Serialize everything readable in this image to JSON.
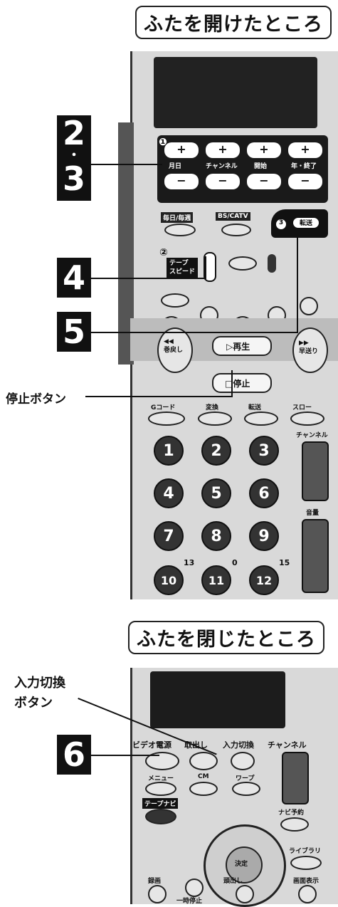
{
  "top_section": {
    "heading": "ふたを開けたところ",
    "step_labels": [
      "2",
      "3",
      "4",
      "5"
    ],
    "callout_stop": "停止ボタン",
    "remote_labels": {
      "marker_1": "❶",
      "pm_buttons": [
        "月日",
        "チャンネル",
        "開始",
        "年・終了"
      ],
      "mainichi": "毎日/毎週",
      "bscatv": "BS/CATV",
      "marker_2": "②",
      "tape_speed": "テープ\nスピード",
      "marker_3": "3",
      "tensou_btn": "転送",
      "play": "▷再生",
      "stop": "□停止",
      "rewind": "◀◀\n巻戻し",
      "ff": "▶▶\n早送り",
      "row_labels": [
        "Gコード",
        "変換",
        "転送",
        "スロー"
      ],
      "channel": "チャンネル",
      "volume": "音量",
      "numbers": [
        "1",
        "2",
        "3",
        "4",
        "5",
        "6",
        "7",
        "8",
        "9",
        "10",
        "11",
        "12"
      ],
      "number_notes": [
        "13",
        "0",
        "15"
      ]
    }
  },
  "bottom_section": {
    "heading": "ふたを閉じたところ",
    "step_label": "6",
    "callout_input": "入力切換\nボタン",
    "remote_labels": {
      "row1": [
        "ビデオ電源",
        "取出し",
        "入力切換",
        "チャンネル"
      ],
      "row2": [
        "メニュー",
        "CM",
        "ワープ"
      ],
      "tape_navi": "テープナビ",
      "navi_yoyaku": "ナビ予約",
      "library": "ライブラリ",
      "bottom_row": [
        "録画",
        "一時停止",
        "頭出し",
        "画面表示"
      ],
      "center": "決定"
    }
  }
}
